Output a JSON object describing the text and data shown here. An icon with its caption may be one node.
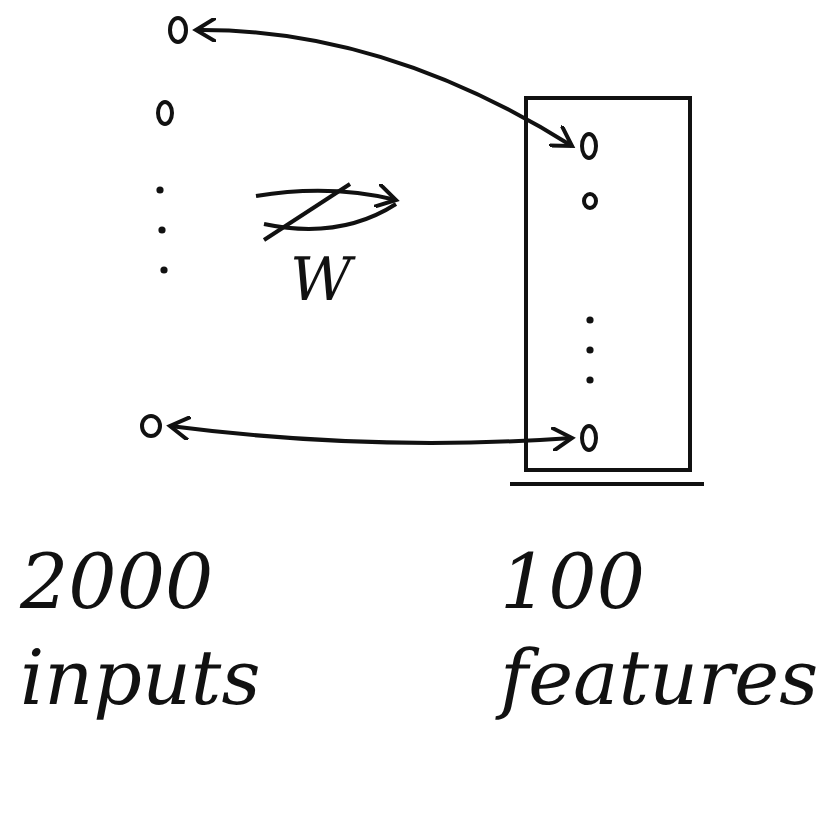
{
  "diagram": {
    "nodes": [
      {
        "text": [],
        "shape": "circle"
      },
      {
        "text": [],
        "shape": "circle"
      },
      {
        "text": [],
        "shape": "circle"
      },
      {
        "text": [],
        "shape": "box"
      },
      {
        "text": [],
        "shape": "circle",
        "in": 3
      },
      {
        "text": [],
        "shape": "circle",
        "in": 3
      },
      {
        "text": [],
        "shape": "circle",
        "in": 3
      }
    ],
    "edges": [
      {
        "from": 0,
        "to": 4,
        "arrow": "both"
      },
      {
        "from": 2,
        "to": 6,
        "arrow": "both"
      }
    ],
    "labels": [
      "W",
      "2000 inputs",
      "100 features"
    ]
  }
}
